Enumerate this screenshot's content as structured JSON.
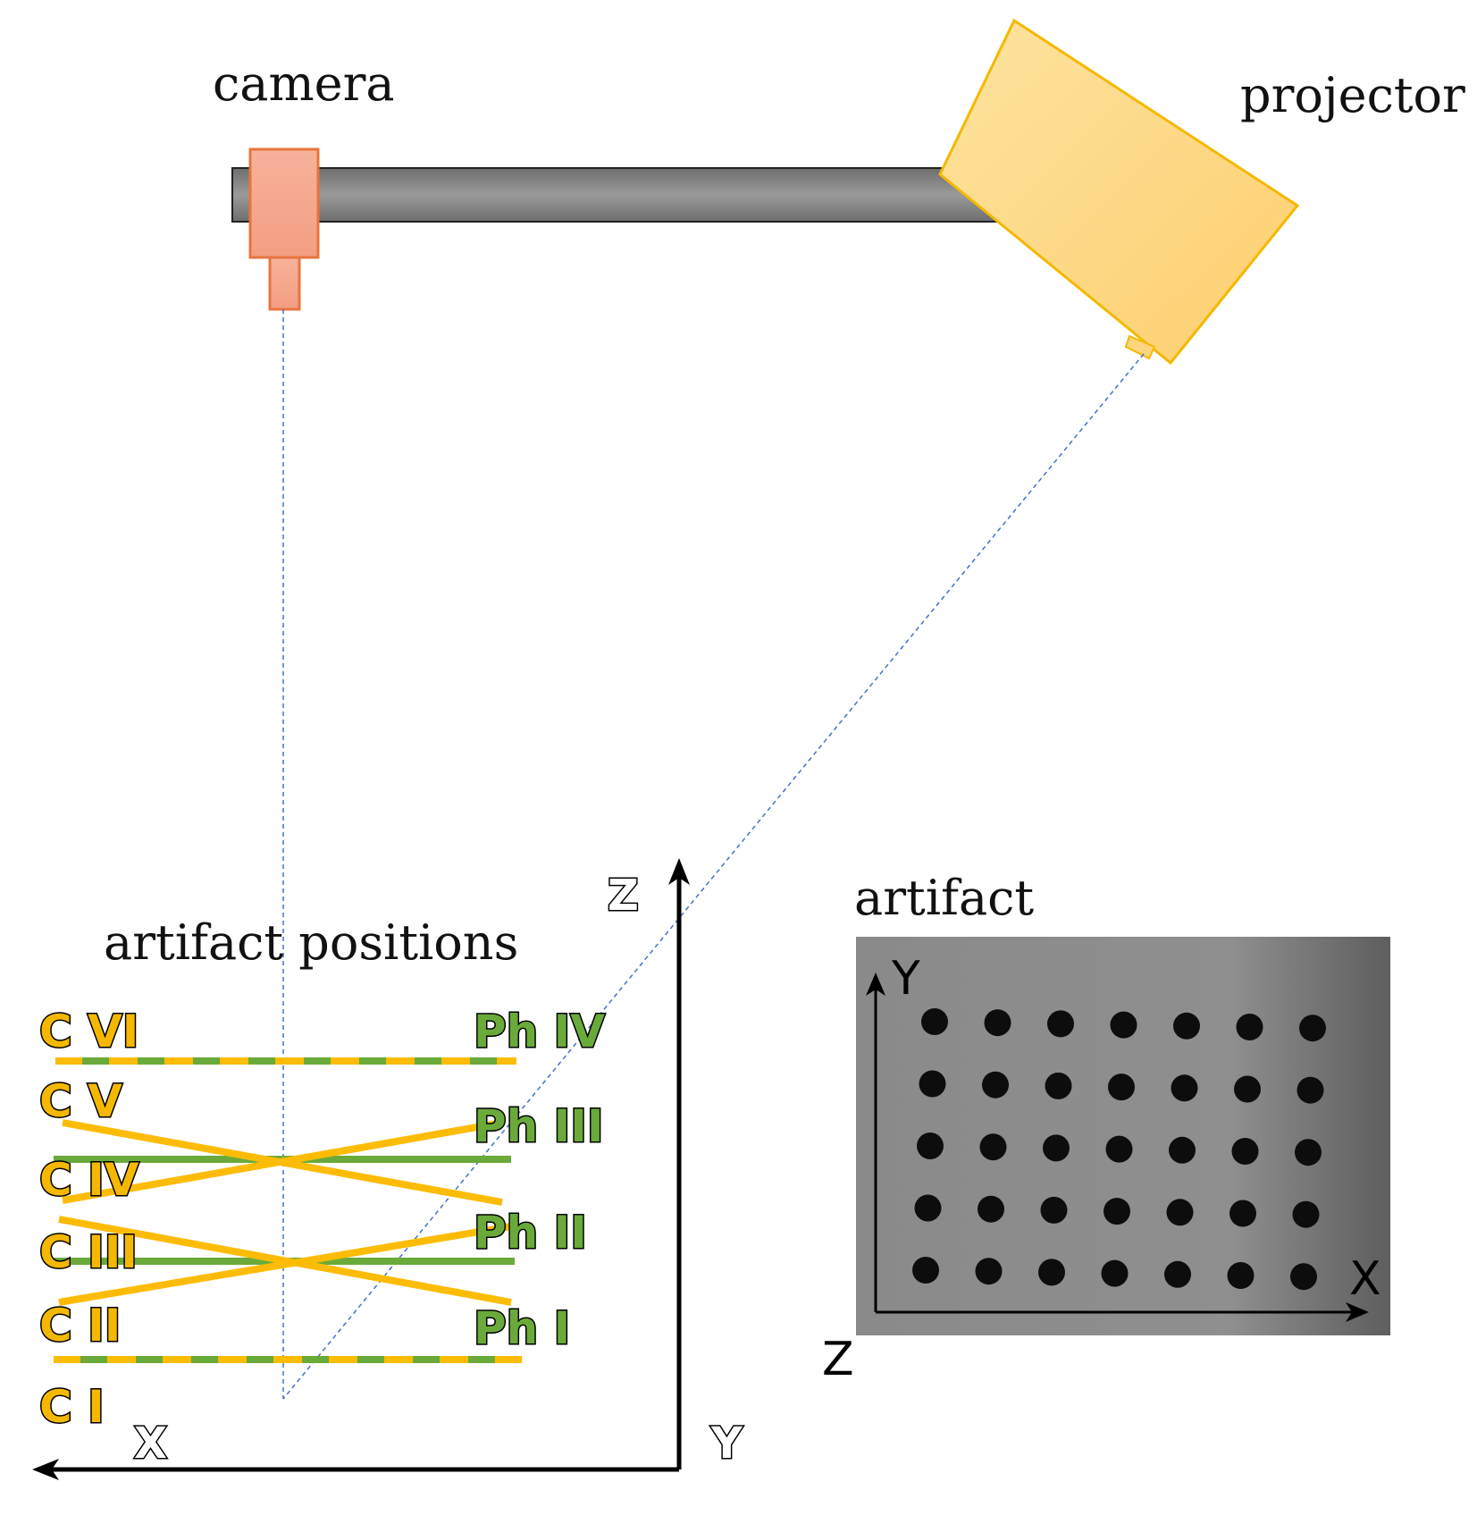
{
  "labels": {
    "camera": "camera",
    "projector": "projector",
    "artifact_positions": "artifact positions",
    "artifact": "artifact"
  },
  "camera_positions": [
    "C VI",
    "C V",
    "C IV",
    "C III",
    "C II",
    "C I"
  ],
  "photo_positions": [
    "Ph IV",
    "Ph III",
    "Ph II",
    "Ph I"
  ],
  "main_axes": {
    "z": "Z",
    "x": "X",
    "y": "Y"
  },
  "artifact_axes": {
    "y": "Y",
    "x": "X",
    "z": "Z"
  },
  "colors": {
    "camera_fill": "#f7b29a",
    "camera_stroke": "#e8743e",
    "projector_fill": "#fdd57e",
    "projector_stroke": "#f5b800",
    "bar_fill": "#8c8c8c",
    "camera_label": "#f5b800",
    "photo_label": "#6aaa3a",
    "yellow_line": "#fcbc05",
    "green_line": "#6aaa3a",
    "ray": "#4472c4"
  },
  "artifact_grid": {
    "rows": 5,
    "cols": 7
  }
}
